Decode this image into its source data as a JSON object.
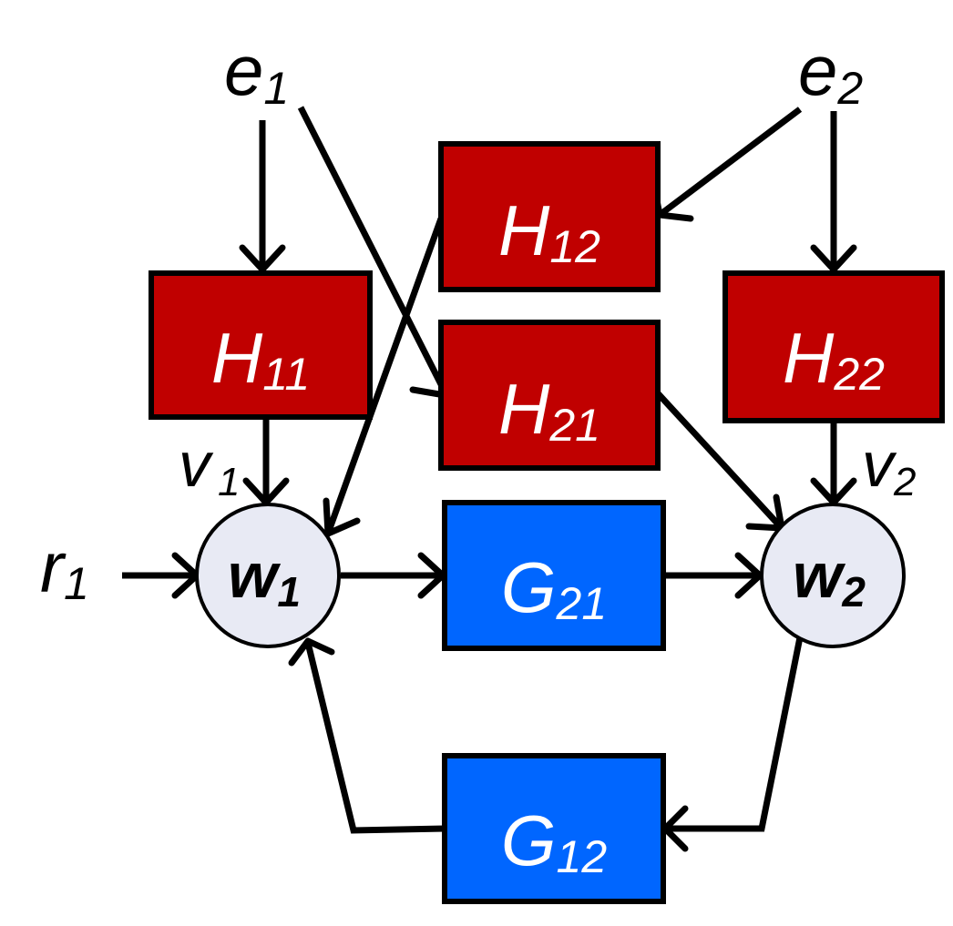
{
  "colors": {
    "noise_block": "#c00000",
    "module_block": "#0066ff",
    "node_fill": "#e8eaf4",
    "text_on_block": "#ffffff",
    "stroke": "#000000"
  },
  "signals": {
    "e1": {
      "main": "e",
      "sub": "1"
    },
    "e2": {
      "main": "e",
      "sub": "2"
    },
    "v1": {
      "main": "v",
      "sub": "1"
    },
    "v2": {
      "main": "v",
      "sub": "2"
    },
    "r1": {
      "main": "r",
      "sub": "1"
    }
  },
  "nodes": {
    "w1": {
      "main": "w",
      "sub": "1"
    },
    "w2": {
      "main": "w",
      "sub": "2"
    }
  },
  "blocks": {
    "H11": {
      "main": "H",
      "sub": "11"
    },
    "H12": {
      "main": "H",
      "sub": "12"
    },
    "H21": {
      "main": "H",
      "sub": "21"
    },
    "H22": {
      "main": "H",
      "sub": "22"
    },
    "G21": {
      "main": "G",
      "sub": "21"
    },
    "G12": {
      "main": "G",
      "sub": "12"
    }
  }
}
